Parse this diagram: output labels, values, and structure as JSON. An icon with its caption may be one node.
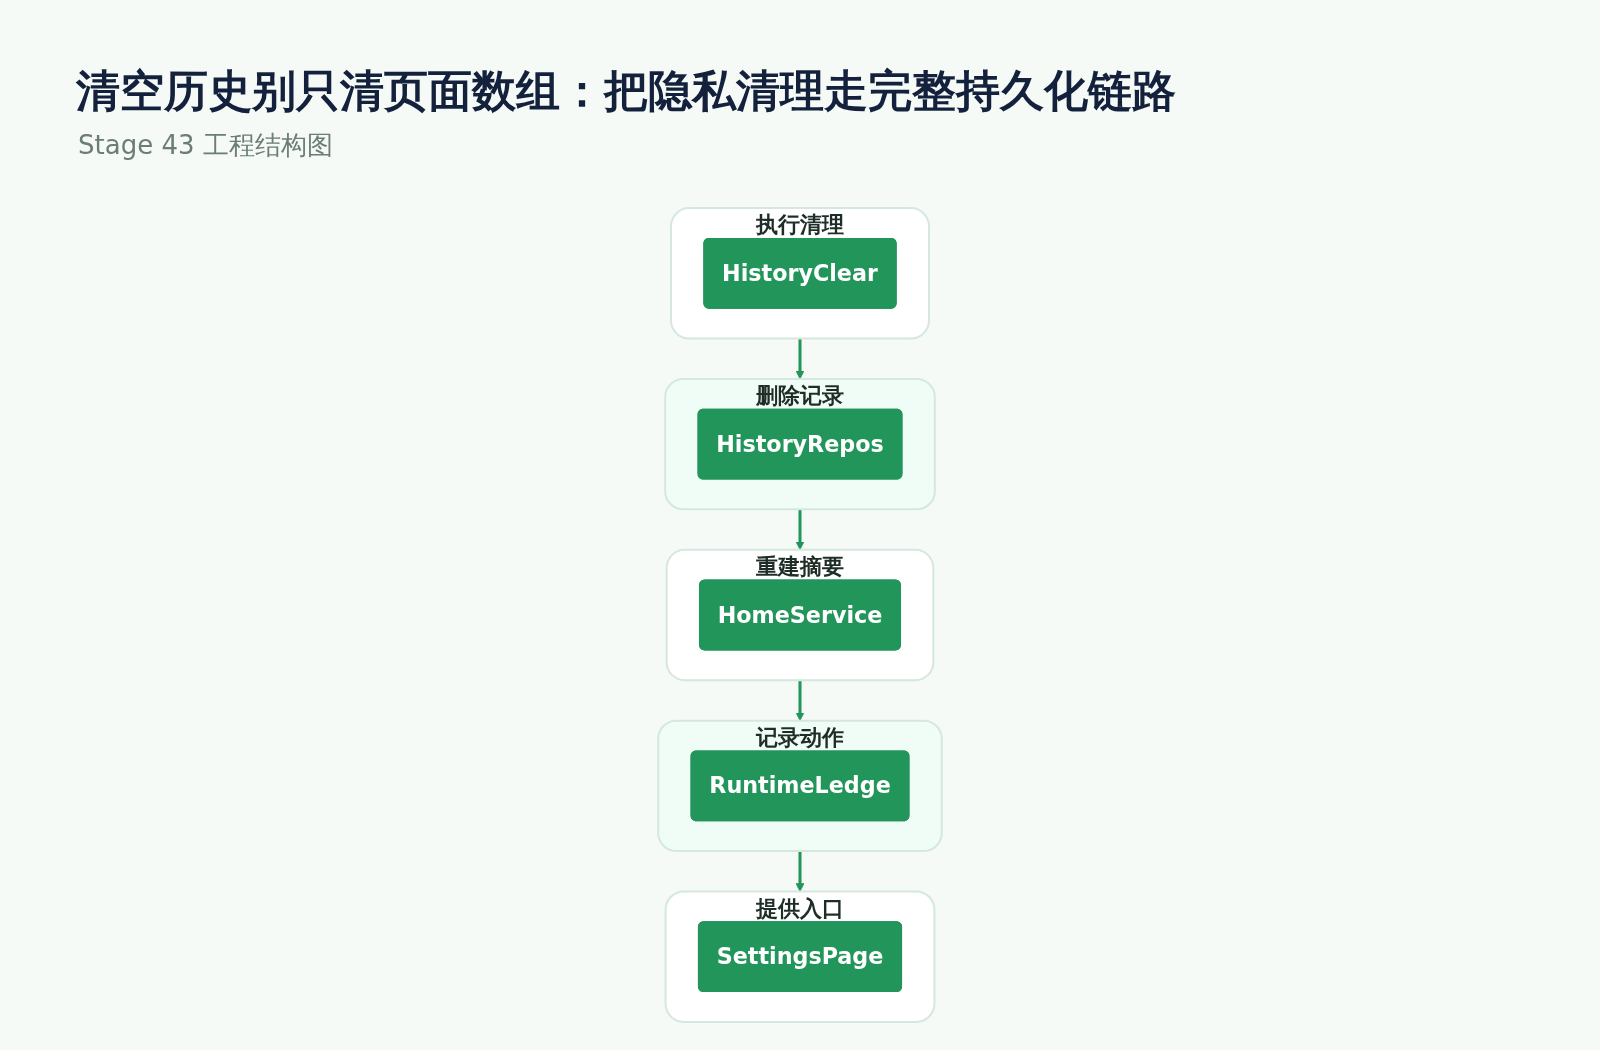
{
  "diagram": {
    "title": "清空历史别只清页面数组：把隐私清理走完整持久化链路",
    "nodes": [
      {
        "text": [
          "执行清理"
        ]
      },
      {
        "text": [
          "HistoryClear"
        ],
        "in": 0
      },
      {
        "text": [
          "删除记录"
        ]
      },
      {
        "text": [
          "HistoryRepos"
        ],
        "in": 2
      },
      {
        "text": [
          "重建摘要"
        ]
      },
      {
        "text": [
          "HomeService"
        ],
        "in": 4
      },
      {
        "text": [
          "记录动作"
        ]
      },
      {
        "text": [
          "RuntimeLedge"
        ],
        "in": 6
      },
      {
        "text": [
          "提供入口"
        ]
      },
      {
        "text": [
          "SettingsPage"
        ],
        "in": 8
      }
    ],
    "edges": [
      {
        "from": 0,
        "to": 2,
        "arrow": "to"
      },
      {
        "from": 2,
        "to": 4,
        "arrow": "to"
      },
      {
        "from": 4,
        "to": 6,
        "arrow": "to"
      },
      {
        "from": 6,
        "to": 8,
        "arrow": "to"
      }
    ],
    "labels": [
      "Stage 43 工程结构图"
    ]
  }
}
